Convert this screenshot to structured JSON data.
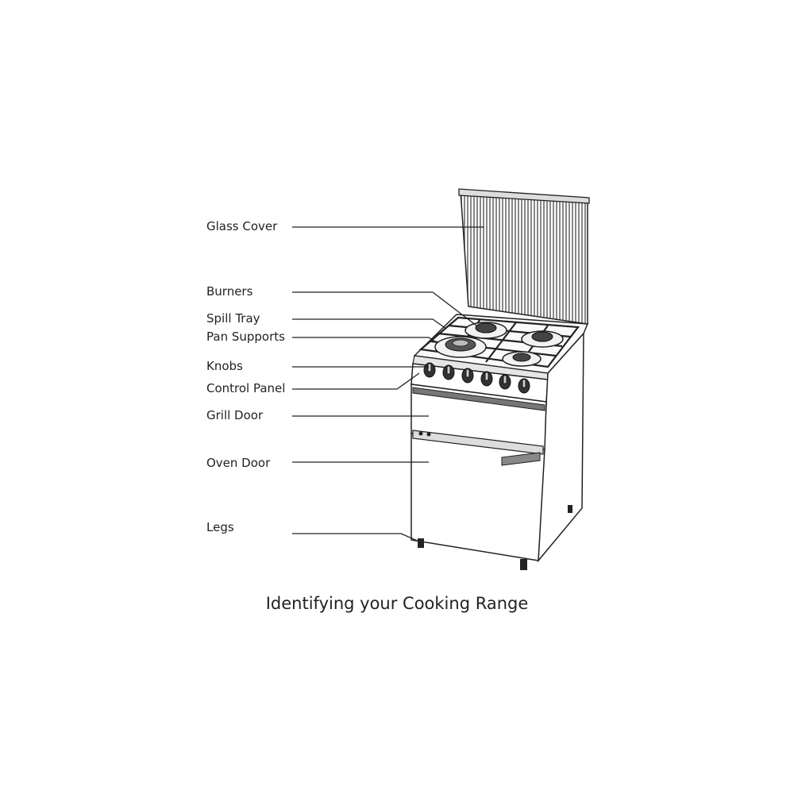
{
  "labels": {
    "glass_cover": "Glass Cover",
    "burners": "Burners",
    "spill_tray": "Spill Tray",
    "pan_supports": "Pan Supports",
    "knobs": "Knobs",
    "control_panel": "Control Panel",
    "grill_door": "Grill Door",
    "oven_door": "Oven Door",
    "legs": "Legs"
  },
  "caption": "Identifying your Cooking Range"
}
